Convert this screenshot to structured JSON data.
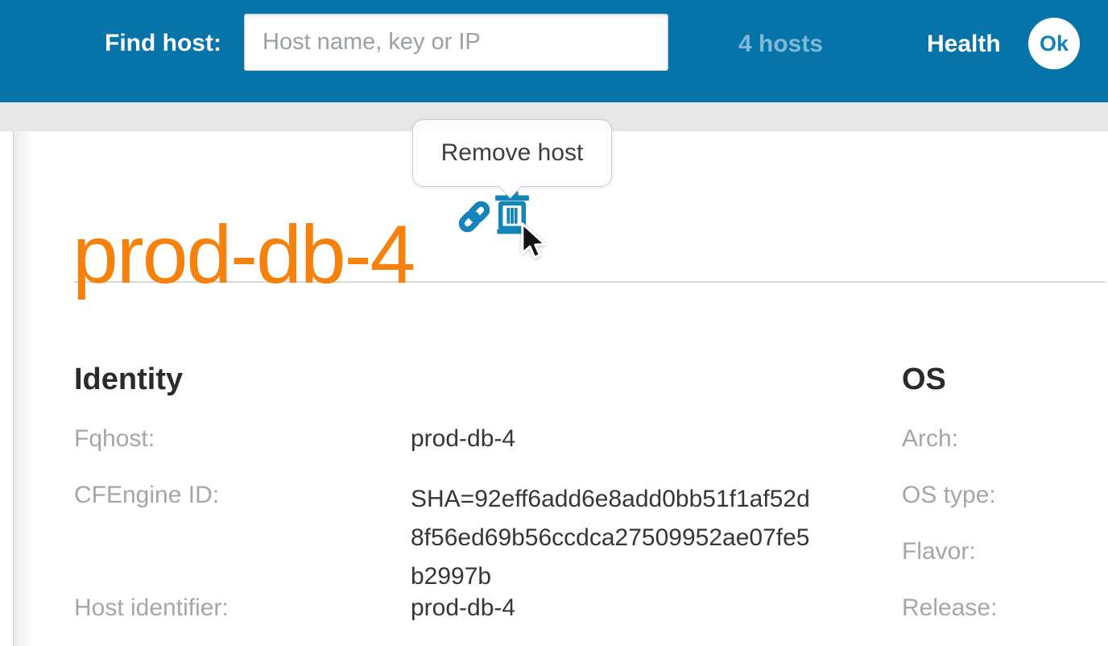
{
  "header": {
    "find_host_label": "Find host:",
    "search_placeholder": "Host name, key or IP",
    "search_value": "",
    "hosts_count_label": "4 hosts",
    "health_label": "Health",
    "health_status": "Ok"
  },
  "tooltip": {
    "text": "Remove host"
  },
  "host": {
    "title": "prod-db-4",
    "actions": [
      {
        "icon": "link-icon"
      },
      {
        "icon": "trash-icon",
        "tooltip": "Remove host"
      }
    ]
  },
  "sections": {
    "identity": {
      "title": "Identity",
      "rows": [
        {
          "label": "Fqhost:",
          "value": "prod-db-4"
        },
        {
          "label": "CFEngine ID:",
          "value": "SHA=92eff6add6e8add0bb51f1af52d8f56ed69b56ccdca27509952ae07fe5b2997b"
        },
        {
          "label": "Host identifier:",
          "value": "prod-db-4"
        }
      ]
    },
    "os": {
      "title": "OS",
      "rows": [
        {
          "label": "Arch:",
          "value": ""
        },
        {
          "label": "OS type:",
          "value": ""
        },
        {
          "label": "Flavor:",
          "value": ""
        },
        {
          "label": "Release:",
          "value": ""
        }
      ]
    }
  },
  "colors": {
    "header_bg": "#0674a8",
    "accent_orange": "#f6820d",
    "icon_blue": "#1485b8",
    "hosts_link_blue": "#7fb9d9",
    "health_ok_text": "#1082b4",
    "gray_strip": "#e7e7e7"
  }
}
